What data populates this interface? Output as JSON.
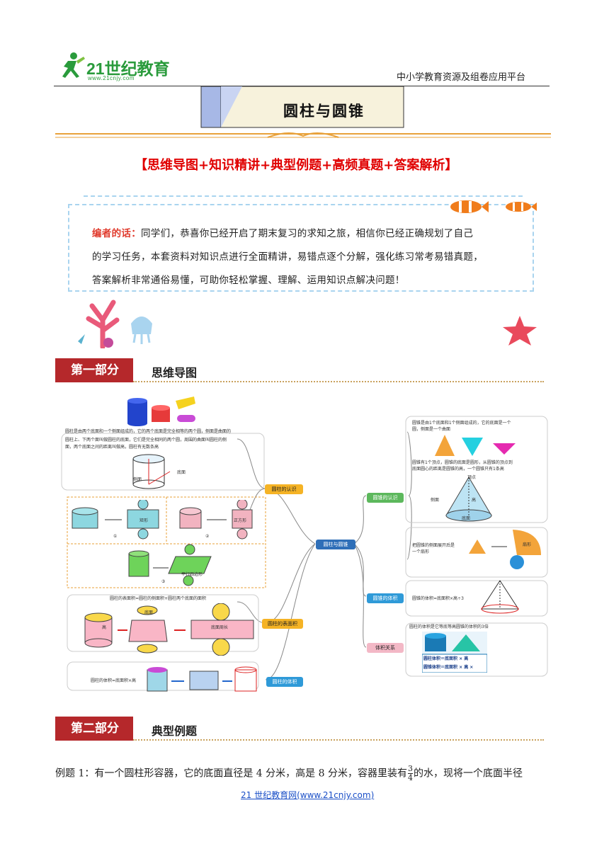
{
  "header": {
    "logo_text": "21世纪教育",
    "logo_url": "www.21cnjy.com",
    "platform": "中小学教育资源及组卷应用平台"
  },
  "title": "圆柱与圆锥",
  "subtitle": "【思维导图+知识精讲+典型例题+高频真题+答案解析】",
  "editor_note": {
    "label": "编者的话：",
    "line1": "同学们，恭喜你已经开启了期末复习的求知之旅，相信你已经正确规划了自己",
    "line2": "的学习任务，本套资料对知识点进行全面精讲，易错点逐个分解，强化练习常考易错真题，",
    "line3": "答案解析非常通俗易懂，可助你轻松掌握、理解、运用知识点解决问题！"
  },
  "section1": {
    "tab": "第一部分",
    "name": "思维导图"
  },
  "mindmap": {
    "center": "圆柱与圆锥",
    "cyl_know": "圆柱的认识",
    "cyl_area": "圆柱的表面积",
    "cyl_vol": "圆柱的体积",
    "cone_know": "圆锥的认识",
    "cone_vol": "圆锥的体积",
    "vol_rel": "体积关系",
    "cyl_def1": "圆柱是由两个底面和一个侧面组成的，它的两个底面是完全相等的两个圆，侧面是曲面的",
    "cyl_def2": "圆柱上、下两个面叫做圆柱的底面，它们是完全相同的两个圆，周围的曲面叫圆柱的侧",
    "cyl_def3": "面，两个底面之间的距离叫做高，圆柱有无数条高",
    "side_label": "侧面",
    "base_label": "底面",
    "rect_label": "矩形",
    "square_label": "正方形",
    "para_label": "平行四边形",
    "n1": "①",
    "n2": "②",
    "n3": "③",
    "area_formula": "圆柱的表面积=圆柱的侧面积+圆柱两个底面的面积",
    "area_base": "底面",
    "area_circ": "底面周长",
    "area_h": "高",
    "vol_formula": "圆柱的体积=底面积×高",
    "cone_def1": "圆锥是由1个底面和1个侧面组成的，它的底面是一个",
    "cone_def2": "圆，侧面是一个曲面",
    "cone_def3": "圆锥有1个顶点，圆锥的底面是圆形，从圆锥的顶点到",
    "cone_def4": "底面圆心的距离是圆锥的高，一个圆锥只有1条高",
    "cone_apex": "顶点",
    "cone_side": "侧面",
    "cone_h": "高",
    "cone_base": "底面",
    "cone_unfold1": "把圆锥的侧面展开后是",
    "cone_unfold2": "一个扇形",
    "sector_label": "扇形",
    "cone_vol_formula": "圆锥的体积=底面积×高÷3",
    "rel_text": "圆柱的体积是它等底等高圆锥的体积的3倍",
    "rel_cyl": "圆柱体积＝底面积 × 高",
    "rel_cone": "圆锥体积＝底面积 × 高 ×"
  },
  "section2": {
    "tab": "第二部分",
    "name": "典型例题"
  },
  "example1": {
    "prefix": "例题 1：有一个圆柱形容器，它的底面直径是 4 分米，高是 8 分米，容器里装有",
    "frac_num": "3",
    "frac_den": "4",
    "suffix": "的水，现将一个底面半径"
  },
  "footer": "21 世纪教育网(www.21cnjy.com)"
}
